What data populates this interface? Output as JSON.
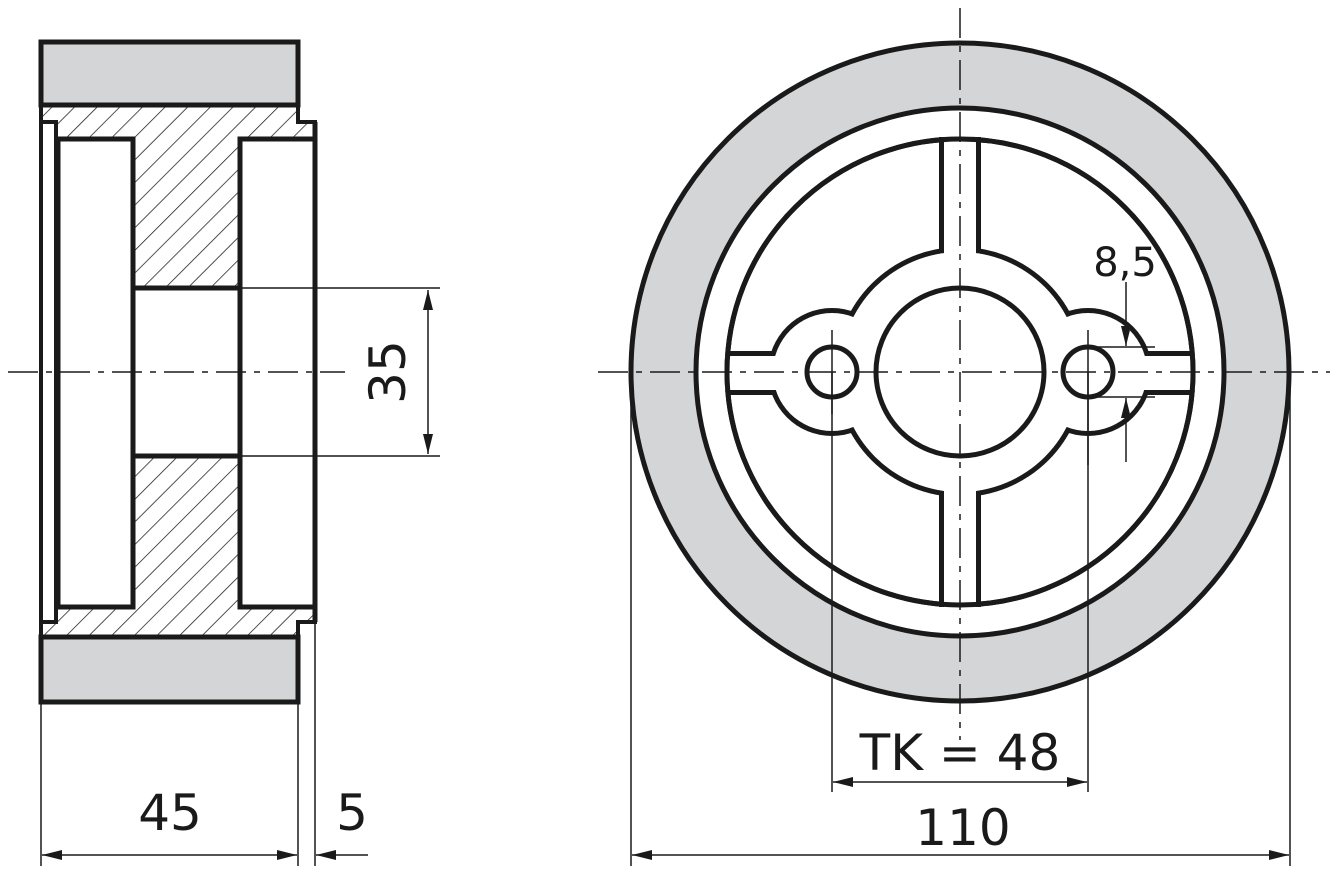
{
  "title": "Wheel technical drawing",
  "colors": {
    "line": "#1a1a1a",
    "tire": "#d4d5d7",
    "background": "#ffffff"
  },
  "dimensions": {
    "bore": "35",
    "width": "45",
    "offset": "5",
    "diameter": "110",
    "bolt_circle": "TK = 48",
    "hole": "8,5"
  }
}
